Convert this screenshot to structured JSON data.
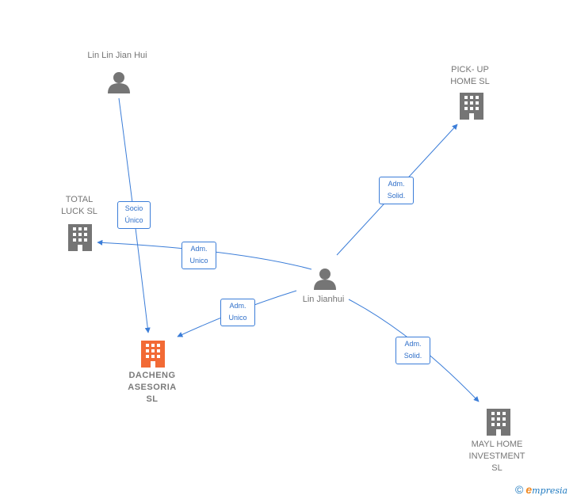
{
  "nodes": {
    "lin_lin_jian_hui": {
      "label": "Lin Lin Jian Hui",
      "kind": "person"
    },
    "lin_jianhui": {
      "label": "Lin Jianhui",
      "kind": "person"
    },
    "pick_up_home": {
      "label": "PICK- UP\nHOME  SL",
      "kind": "company"
    },
    "total_luck": {
      "label": "TOTAL\nLUCK  SL",
      "kind": "company"
    },
    "dacheng": {
      "label": "DACHENG\nASESORIA\nSL",
      "kind": "company",
      "highlight": true
    },
    "mayl_home": {
      "label": "MAYL HOME\nINVESTMENT\nSL",
      "kind": "company"
    }
  },
  "edges": [
    {
      "from": "lin_lin_jian_hui",
      "to": "dacheng",
      "label": "Socio\nÚnico"
    },
    {
      "from": "lin_jianhui",
      "to": "pick_up_home",
      "label": "Adm.\nSolid."
    },
    {
      "from": "lin_jianhui",
      "to": "total_luck",
      "label": "Adm.\nUnico"
    },
    {
      "from": "lin_jianhui",
      "to": "dacheng",
      "label": "Adm.\nUnico"
    },
    {
      "from": "lin_jianhui",
      "to": "mayl_home",
      "label": "Adm.\nSolid."
    }
  ],
  "colors": {
    "edge": "#3b7dd8",
    "icon": "#757575",
    "highlight": "#f26a35"
  },
  "footer": {
    "copyright": "©",
    "brand_e": "e",
    "brand_rest": "mpresia"
  }
}
